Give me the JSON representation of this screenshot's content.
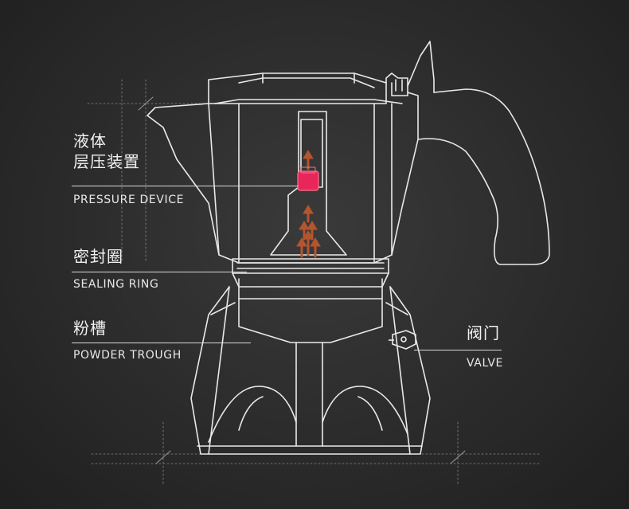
{
  "labels": {
    "pressure_device_zh_line1": "液体",
    "pressure_device_zh_line2": "层压装置",
    "pressure_device_en": "PRESSURE DEVICE",
    "sealing_ring_zh": "密封圈",
    "sealing_ring_en": "SEALING RING",
    "powder_trough_zh": "粉槽",
    "powder_trough_en": "POWDER TROUGH",
    "valve_zh": "阀门",
    "valve_en": "VALVE"
  },
  "colors": {
    "background": "#2b2b2b",
    "line": "#e9e9e9",
    "arrow": "#b5552f",
    "pressure_device": "#e8265a"
  },
  "icons": [
    "moka-pot-drawing",
    "steam-arrow",
    "valve-icon"
  ]
}
